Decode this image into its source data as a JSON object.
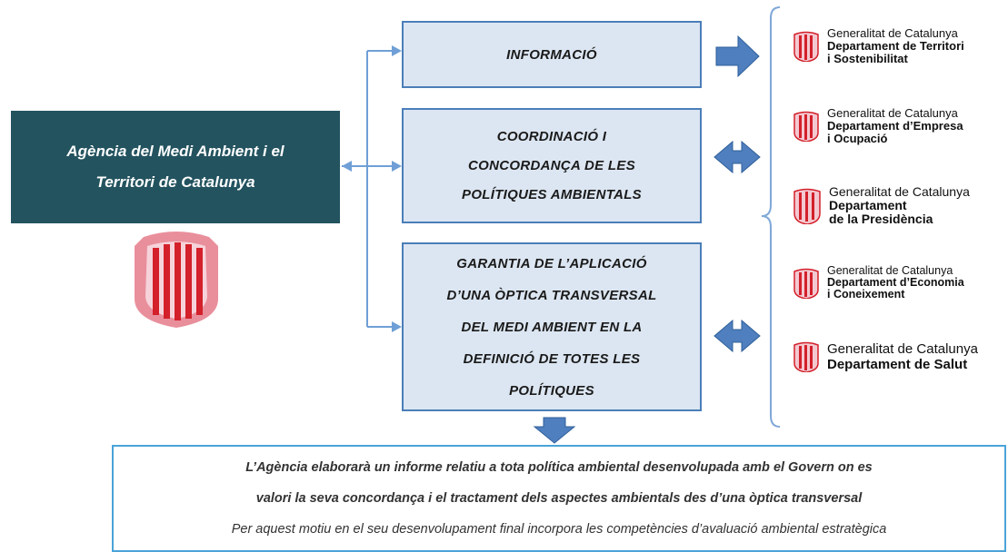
{
  "agency": {
    "line1": "Agència del Medi Ambient i el",
    "line2": "Territori de Catalunya"
  },
  "functions": [
    {
      "lines": [
        "INFORMACIÓ"
      ]
    },
    {
      "lines": [
        "COORDINACIÓ I",
        "CONCORDANÇA DE LES",
        "POLÍTIQUES AMBIENTALS"
      ]
    },
    {
      "lines": [
        "GARANTIA DE L’APLICACIÓ",
        "D’UNA ÒPTICA TRANSVERSAL",
        "DEL MEDI AMBIENT EN LA",
        "DEFINICIÓ DE TOTES LES",
        "POLÍTIQUES"
      ]
    }
  ],
  "departments": [
    {
      "org": "Generalitat de Catalunya",
      "dept_lines": [
        "Departament de Territori",
        "i Sostenibilitat"
      ]
    },
    {
      "org": "Generalitat de Catalunya",
      "dept_lines": [
        "Departament d’Empresa",
        "i Ocupació"
      ]
    },
    {
      "org": "Generalitat de Catalunya",
      "dept_lines": [
        "Departament",
        "de la Presidència"
      ]
    },
    {
      "org": "Generalitat de Catalunya",
      "dept_lines": [
        "Departament d’Economia",
        "i Coneixement"
      ]
    },
    {
      "org": "Generalitat de Catalunya",
      "dept_lines": [
        "Departament de Salut"
      ]
    }
  ],
  "summary": {
    "line1": "L’Agència elaborarà un informe relatiu a tota política ambiental desenvolupada amb el Govern on es",
    "line2": "valori la seva concordança i el tractament dels aspectes ambientals des d’una òptica transversal",
    "line3": "Per aquest motiu en el seu desenvolupament final incorpora les competències d’avaluació ambiental estratègica"
  },
  "colors": {
    "agency_bg": "#23535f",
    "box_fill": "#dce6f2",
    "box_border": "#4a7eb8",
    "arrow_fill": "#4f7fbe",
    "connector": "#6f9fd6",
    "senyera_red": "#d3202a",
    "senyera_gold": "#f2c6cf"
  },
  "icons": [
    "senyera-emblem-icon",
    "arrow-right-icon",
    "double-arrow-icon",
    "arrow-down-icon"
  ]
}
